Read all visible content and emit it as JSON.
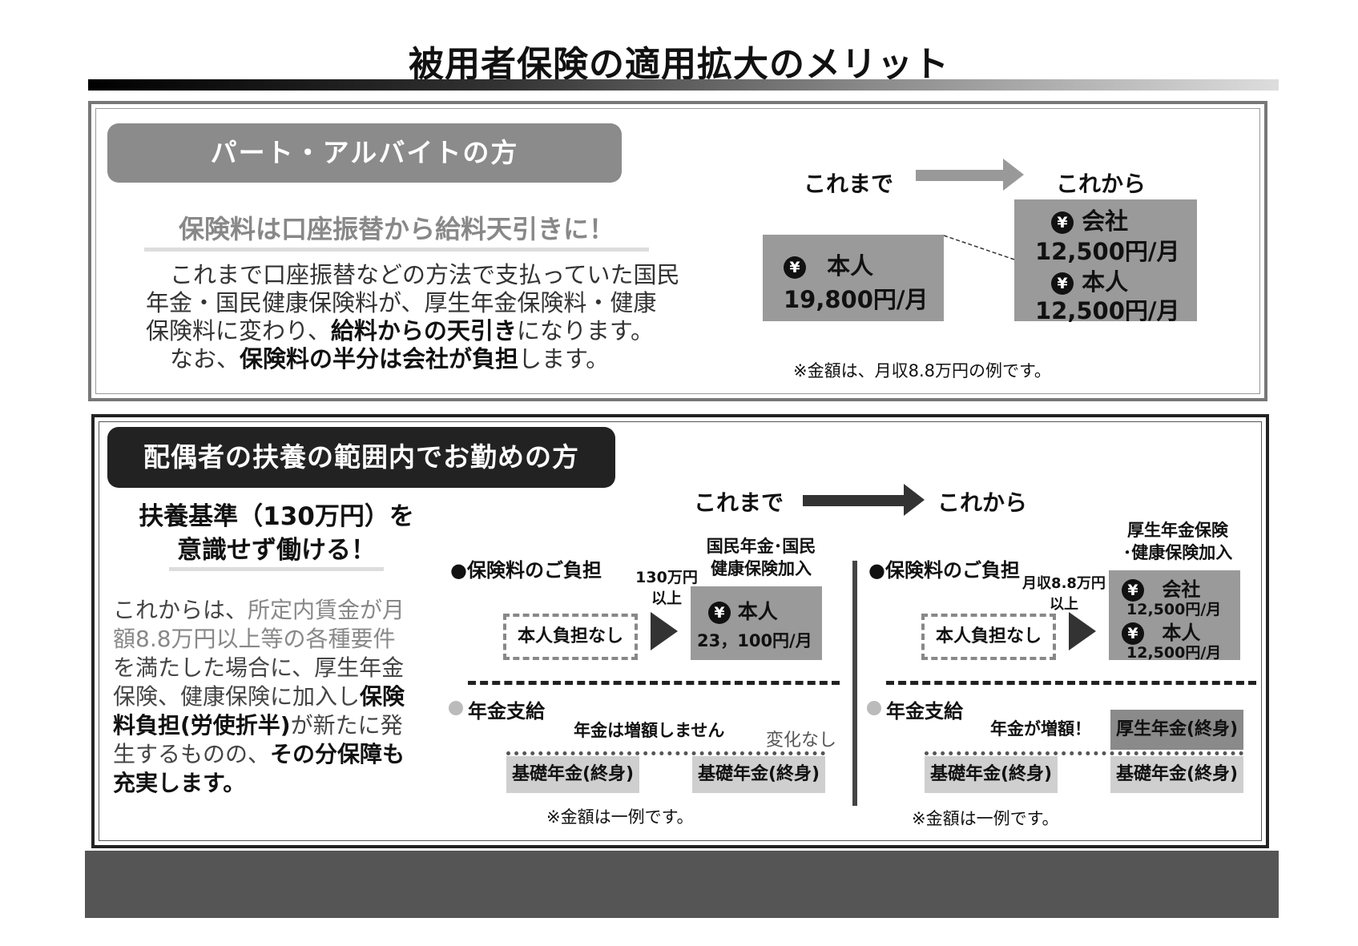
{
  "title": "被用者保険の適用拡大のメリット",
  "part": {
    "tab": "パート・アルバイトの方",
    "subtitle": "保険料は口座振替から給料天引きに！",
    "para": {
      "l1": "これまで口座振替などの方法で支払っていた国民",
      "l2": "年金・国民健康保険料が、厚生年金保険料・健康",
      "l3a": "保険料に変わり、",
      "l3b": "給料からの天引き",
      "l3c": "になります。",
      "l4a": "なお、",
      "l4b": "保険料の半分は会社が負担",
      "l4c": "します。"
    },
    "before_label": "これまで",
    "after_label": "これから",
    "before_box": {
      "who": "本人",
      "amount": "19,800円/月"
    },
    "after_box": {
      "company": "会社",
      "company_amount": "12,500円/月",
      "self": "本人",
      "self_amount": "12,500円/月"
    },
    "yen_glyph": "¥",
    "note": "※金額は、月収8.8万円の例です。"
  },
  "spouse": {
    "tab": "配偶者の扶養の範囲内でお勤めの方",
    "headline1": "扶養基準（130万円）を",
    "headline2": "意識せず働ける！",
    "para": {
      "l1a": "これからは、",
      "l1b": "所定内賃金が月",
      "l2": "額8.8万円以上等の各種要件",
      "l3": "を満たした場合に、厚生年金",
      "l4a": "保険、健康保険に加入し",
      "l4b": "保険",
      "l5a": "料負担(労使折半)",
      "l5b": "が新たに発",
      "l6a": "生するものの、",
      "l6b": "その分保障も",
      "l7": "充実します。"
    },
    "before_label": "これまで",
    "after_label": "これから",
    "left": {
      "burden_heading": "●保険料のご負担",
      "threshold1": "130万円",
      "threshold2": "以上",
      "join1": "国民年金･国民",
      "join2": "健康保険加入",
      "none_box": "本人負担なし",
      "self": "本人",
      "self_amount": "23，100円/月",
      "pension_heading": "年金支給",
      "no_increase": "年金は増額しません",
      "no_change": "変化なし",
      "basic1": "基礎年金(終身)",
      "basic2": "基礎年金(終身)",
      "note": "※金額は一例です。"
    },
    "right": {
      "burden_heading": "●保険料のご負担",
      "threshold1": "月収8.8万円",
      "threshold2": "以上",
      "join1": "厚生年金保険",
      "join2": "･健康保険加入",
      "none_box": "本人負担なし",
      "company": "会社",
      "company_amount": "12,500円/月",
      "self": "本人",
      "self_amount": "12,500円/月",
      "pension_heading": "年金支給",
      "increase": "年金が増額！",
      "welfare": "厚生年金(終身)",
      "basic1": "基礎年金(終身)",
      "basic2": "基礎年金(終身)",
      "note": "※金額は一例です。"
    }
  }
}
